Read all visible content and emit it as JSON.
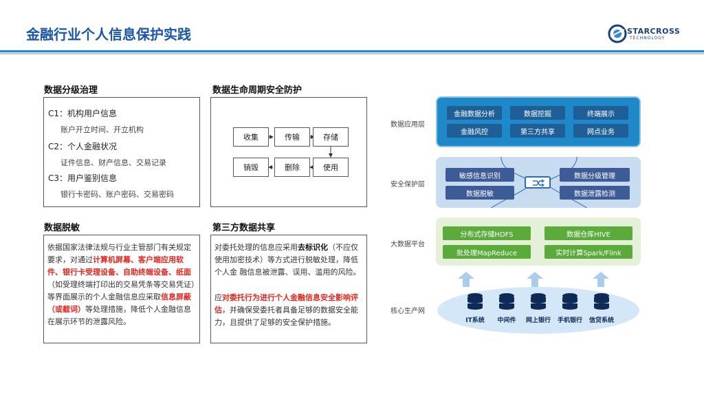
{
  "header": {
    "title": "金融行业个人信息保护实践",
    "logo_text": "STARCROSS",
    "logo_sub": "TECHNOLOGY"
  },
  "classification": {
    "title": "数据分级治理",
    "items": [
      {
        "heading": "C1：机构用户信息",
        "detail": "账户开立时间、开立机构"
      },
      {
        "heading": "C2：个人金融状况",
        "detail": "证件信息、财产信息、交易记录"
      },
      {
        "heading": "C3：用户鉴别信息",
        "detail": "银行卡密码、账户密码、交易密码"
      }
    ]
  },
  "lifecycle": {
    "title": "数据生命周期安全防护",
    "steps": [
      "收集",
      "传输",
      "存储",
      "使用",
      "删除",
      "销毁"
    ]
  },
  "masking": {
    "title": "数据脱敏",
    "text": {
      "p1": "依据国家法律法规与行业主管部门有关规定要求，对通过",
      "r1": "计算机屏幕、客户端应用软件、银行卡受理设备、自助终端设备、纸面",
      "p2": "（如受理终端打印出的交易凭条等交易凭证）等界面展示的个人金融信息应采取",
      "r2": "信息屏蔽（或截词）",
      "p3": "等处理措施，降低个人金融信息在展示环节的泄露风险。"
    }
  },
  "third_party": {
    "title": "第三方数据共享",
    "text": {
      "p1": "对委托处理的信息应采用",
      "b1": "去标识化",
      "p2": "（不应仅使用加密技术）等方式进行脱敏处理，降低个人金 融信息被泄露、误用、滥用的风险。",
      "p3": "应",
      "r1": "对委托行为进行个人金融信息安全影响评估",
      "p4": "，并确保受委托者具备足够的数据安全能力，且提供了足够的安全保护措施。"
    }
  },
  "architecture": {
    "layers": {
      "app": "数据应用层",
      "security": "安全保护层",
      "bigdata": "大数据平台",
      "core": "核心生产网"
    },
    "app_tiles": [
      "金融数据分析",
      "数据挖掘",
      "终端展示",
      "金融风控",
      "第三方共享",
      "网点业务"
    ],
    "security_tiles": [
      "敏感信息识别",
      "数据脱敏",
      "数据分级管理",
      "数据泄露检测"
    ],
    "bigdata_tiles": [
      "分布式存储HDFS",
      "数据仓库HIVE",
      "批处理MapReduce",
      "实时计算Spark/Flink"
    ],
    "core_systems": [
      "IT系统",
      "中间件",
      "网上银行",
      "手机银行",
      "信贷系统"
    ],
    "colors": {
      "accent": "#1f8ad8",
      "app_bg": "#1f88c9",
      "security_bg": "#c8dcf0",
      "bigdata_bg": "#e4f1d8",
      "core_bg": "#d3e7f8"
    }
  }
}
